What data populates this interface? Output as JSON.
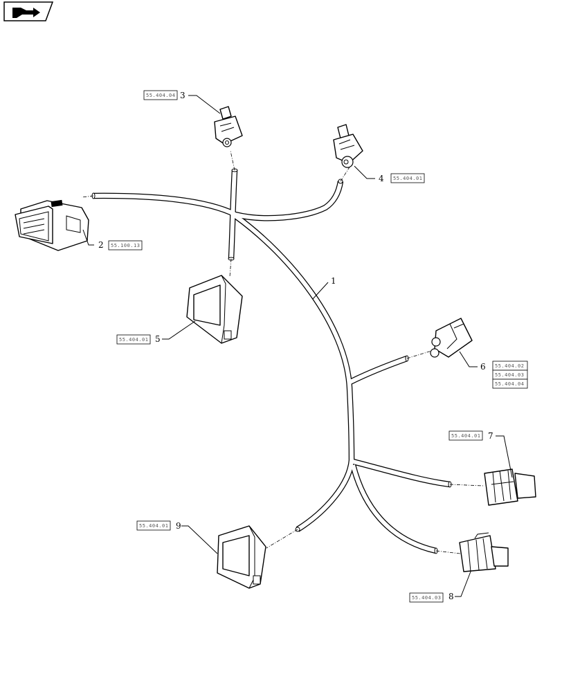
{
  "callouts": [
    {
      "num": "1"
    },
    {
      "num": "2",
      "refs": [
        "55.100.13"
      ]
    },
    {
      "num": "3",
      "refs": [
        "55.404.04"
      ]
    },
    {
      "num": "4",
      "refs": [
        "55.404.01"
      ]
    },
    {
      "num": "5",
      "refs": [
        "55.404.01"
      ]
    },
    {
      "num": "6",
      "refs": [
        "55.404.02",
        "55.404.03",
        "55.404.04"
      ]
    },
    {
      "num": "7",
      "refs": [
        "55.404.01"
      ]
    },
    {
      "num": "8",
      "refs": [
        "55.404.03"
      ]
    },
    {
      "num": "9",
      "refs": [
        "55.404.01"
      ]
    }
  ]
}
